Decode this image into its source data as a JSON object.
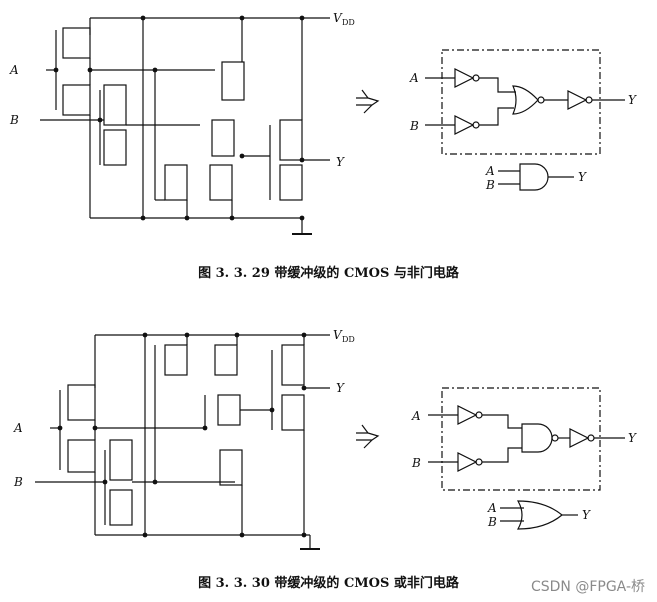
{
  "figures": [
    {
      "caption": "图 3. 3. 29   带缓冲级的 CMOS 与非门电路",
      "labels": {
        "vdd": "V",
        "vdd_sub": "DD",
        "a": "A",
        "b": "B",
        "y": "Y"
      },
      "logic_labels": {
        "a": "A",
        "b": "B",
        "y": "Y"
      },
      "symbol_labels": {
        "a": "A",
        "b": "B",
        "y": "Y"
      }
    },
    {
      "caption": "图 3. 3. 30   带缓冲级的 CMOS 或非门电路",
      "labels": {
        "vdd": "V",
        "vdd_sub": "DD",
        "a": "A",
        "b": "B",
        "y": "Y"
      },
      "logic_labels": {
        "a": "A",
        "b": "B",
        "y": "Y"
      },
      "symbol_labels": {
        "a": "A",
        "b": "B",
        "y": "Y"
      }
    }
  ],
  "watermark": "CSDN @FPGA-桥"
}
